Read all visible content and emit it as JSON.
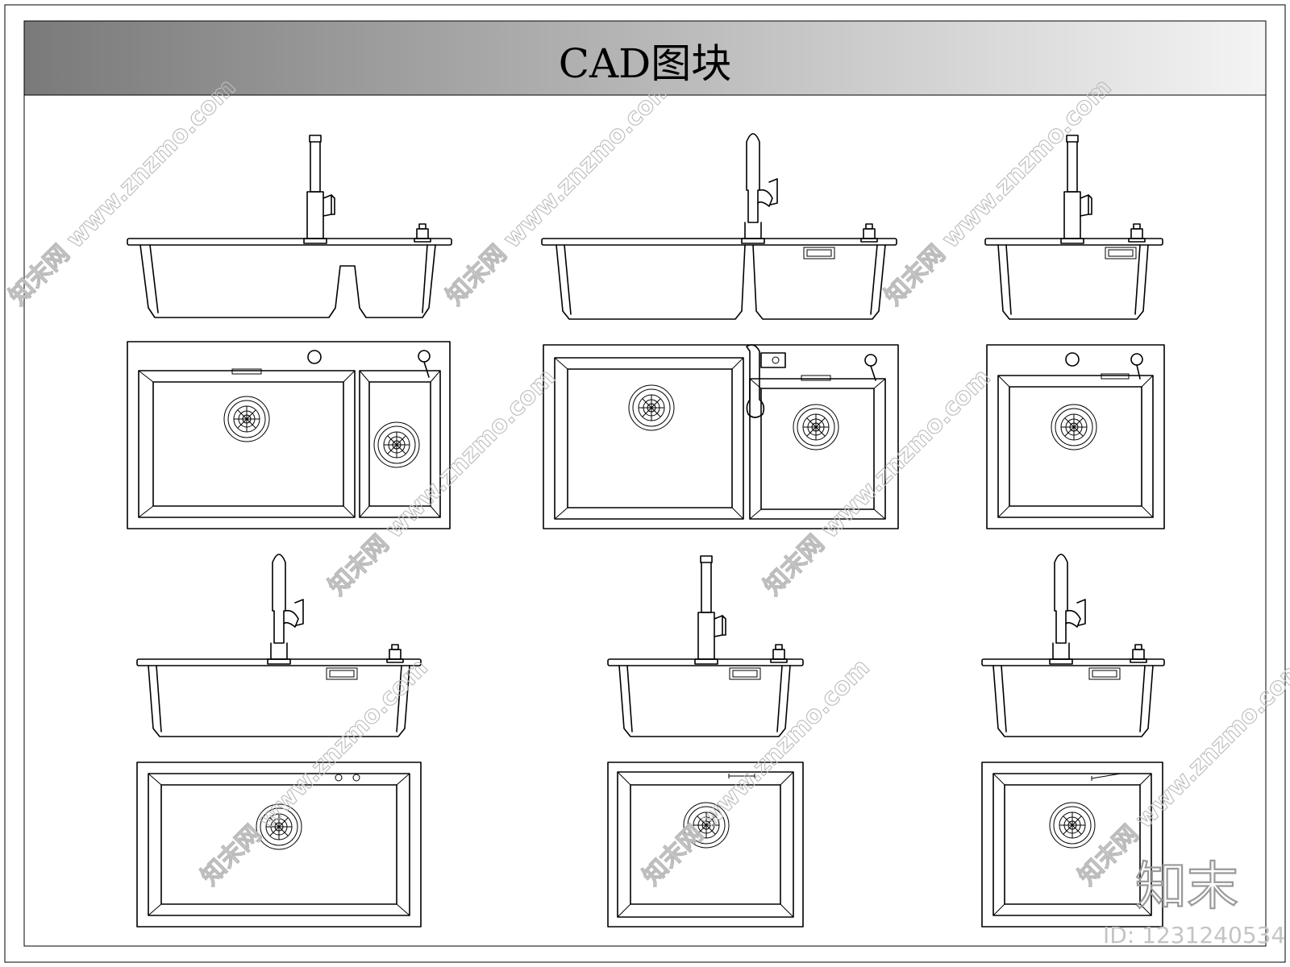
{
  "title": "CAD图块",
  "watermark": {
    "site": "www.znzmo.com",
    "brand_cn": "知末网"
  },
  "logo": {
    "brand": "知末",
    "id_label": "ID: 1231240534"
  },
  "colors": {
    "line": "#000000",
    "header_dark": "#7a7a7a",
    "header_light": "#f2f2f2",
    "watermark": "#bcbcbc"
  }
}
